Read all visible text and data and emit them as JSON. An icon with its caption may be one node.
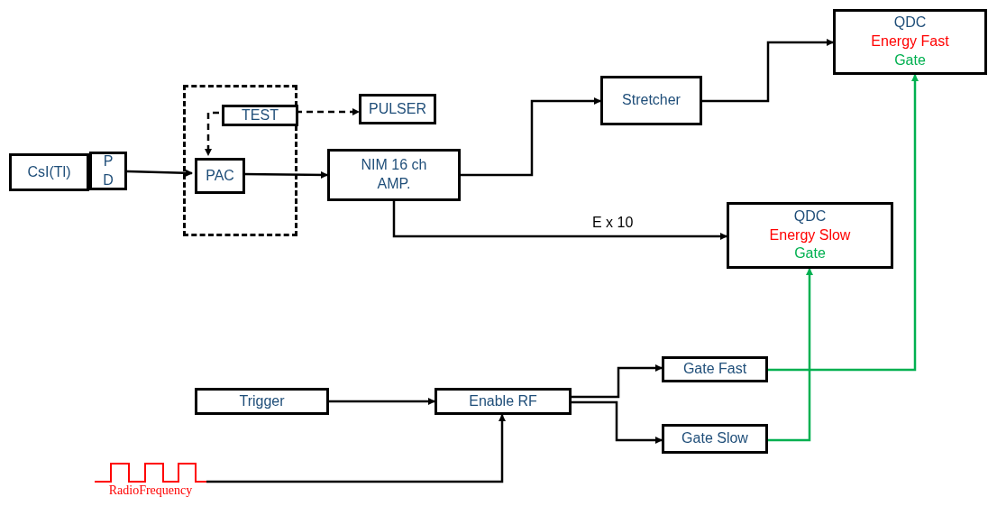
{
  "diagram": {
    "nodes": [
      {
        "text": [
          "CsI(Tl)"
        ]
      },
      {
        "text": [
          "P D"
        ]
      },
      {
        "text": [],
        "shape": "box"
      },
      {
        "text": [
          "TEST"
        ],
        "in": 2
      },
      {
        "text": [
          "PAC"
        ],
        "in": 2
      },
      {
        "text": [
          "PULSER"
        ]
      },
      {
        "text": [
          "NIM 16 ch AMP."
        ]
      },
      {
        "text": [
          "Stretcher"
        ]
      },
      {
        "text": [
          "QDC",
          "Energy Fast",
          "Gate"
        ]
      },
      {
        "text": [
          "QDC",
          "Energy Slow",
          "Gate"
        ]
      },
      {
        "text": [
          "Trigger"
        ]
      },
      {
        "text": [
          "Enable RF"
        ]
      },
      {
        "text": [
          "Gate Fast"
        ]
      },
      {
        "text": [
          "Gate Slow"
        ]
      },
      {
        "text": [
          "RadioFrequency"
        ]
      }
    ],
    "edges": [
      {
        "from": 1,
        "to": 4,
        "arrow": "to"
      },
      {
        "from": 3,
        "to": 5,
        "arrow": "to",
        "style": "dashed"
      },
      {
        "from": 3,
        "to": 4,
        "arrow": "to",
        "style": "dashed"
      },
      {
        "from": 4,
        "to": 6,
        "arrow": "to"
      },
      {
        "from": 6,
        "to": 7,
        "arrow": "to"
      },
      {
        "from": 6,
        "to": 9,
        "arrow": "to",
        "label": "E x 10"
      },
      {
        "from": 7,
        "to": 8,
        "arrow": "to"
      },
      {
        "from": 10,
        "to": 11,
        "arrow": "to"
      },
      {
        "from": 14,
        "to": 11,
        "arrow": "to"
      },
      {
        "from": 11,
        "to": 12,
        "arrow": "to"
      },
      {
        "from": 11,
        "to": 13,
        "arrow": "to"
      },
      {
        "from": 12,
        "to": 8,
        "arrow": "to",
        "color": "#00b050"
      },
      {
        "from": 13,
        "to": 9,
        "arrow": "to",
        "color": "#00b050"
      }
    ]
  }
}
